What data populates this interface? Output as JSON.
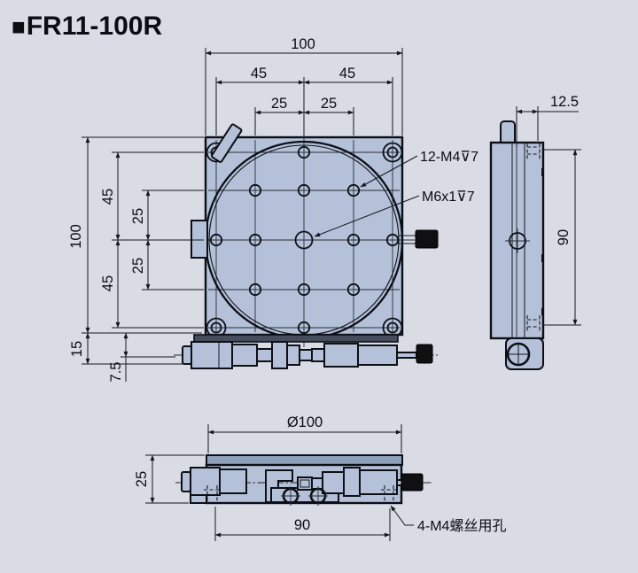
{
  "title": {
    "bullet": "■",
    "text": "FR11-100R"
  },
  "colors": {
    "background": "#d9dce5",
    "part_fill": "#b4c1d8",
    "part_fill_dark": "#8fa0ba",
    "strip_dark": "#454c5c",
    "line": "#0d0f16",
    "knob": "#101013",
    "text": "#0b0d12"
  },
  "top_view": {
    "dim_width_total": "100",
    "dim_width_left": "45",
    "dim_width_right": "45",
    "dim_width_inner_left": "25",
    "dim_width_inner_right": "25",
    "dim_height_total": "100",
    "dim_height_upper": "45",
    "dim_height_inner_upper": "25",
    "dim_height_inner_lower": "25",
    "dim_height_lower": "45",
    "dim_base_height": "15",
    "dim_axis_offset": "7.5",
    "label_mount_holes": "12-M4⊽7",
    "label_center_hole": "M6x1⊽7"
  },
  "side_view": {
    "dim_top_offset": "12.5",
    "dim_hole_span": "90"
  },
  "bottom_view": {
    "dim_diameter": "Ø100",
    "dim_height": "25",
    "dim_hole_span": "90",
    "label_screw_holes": "4-M4螺丝用孔"
  }
}
